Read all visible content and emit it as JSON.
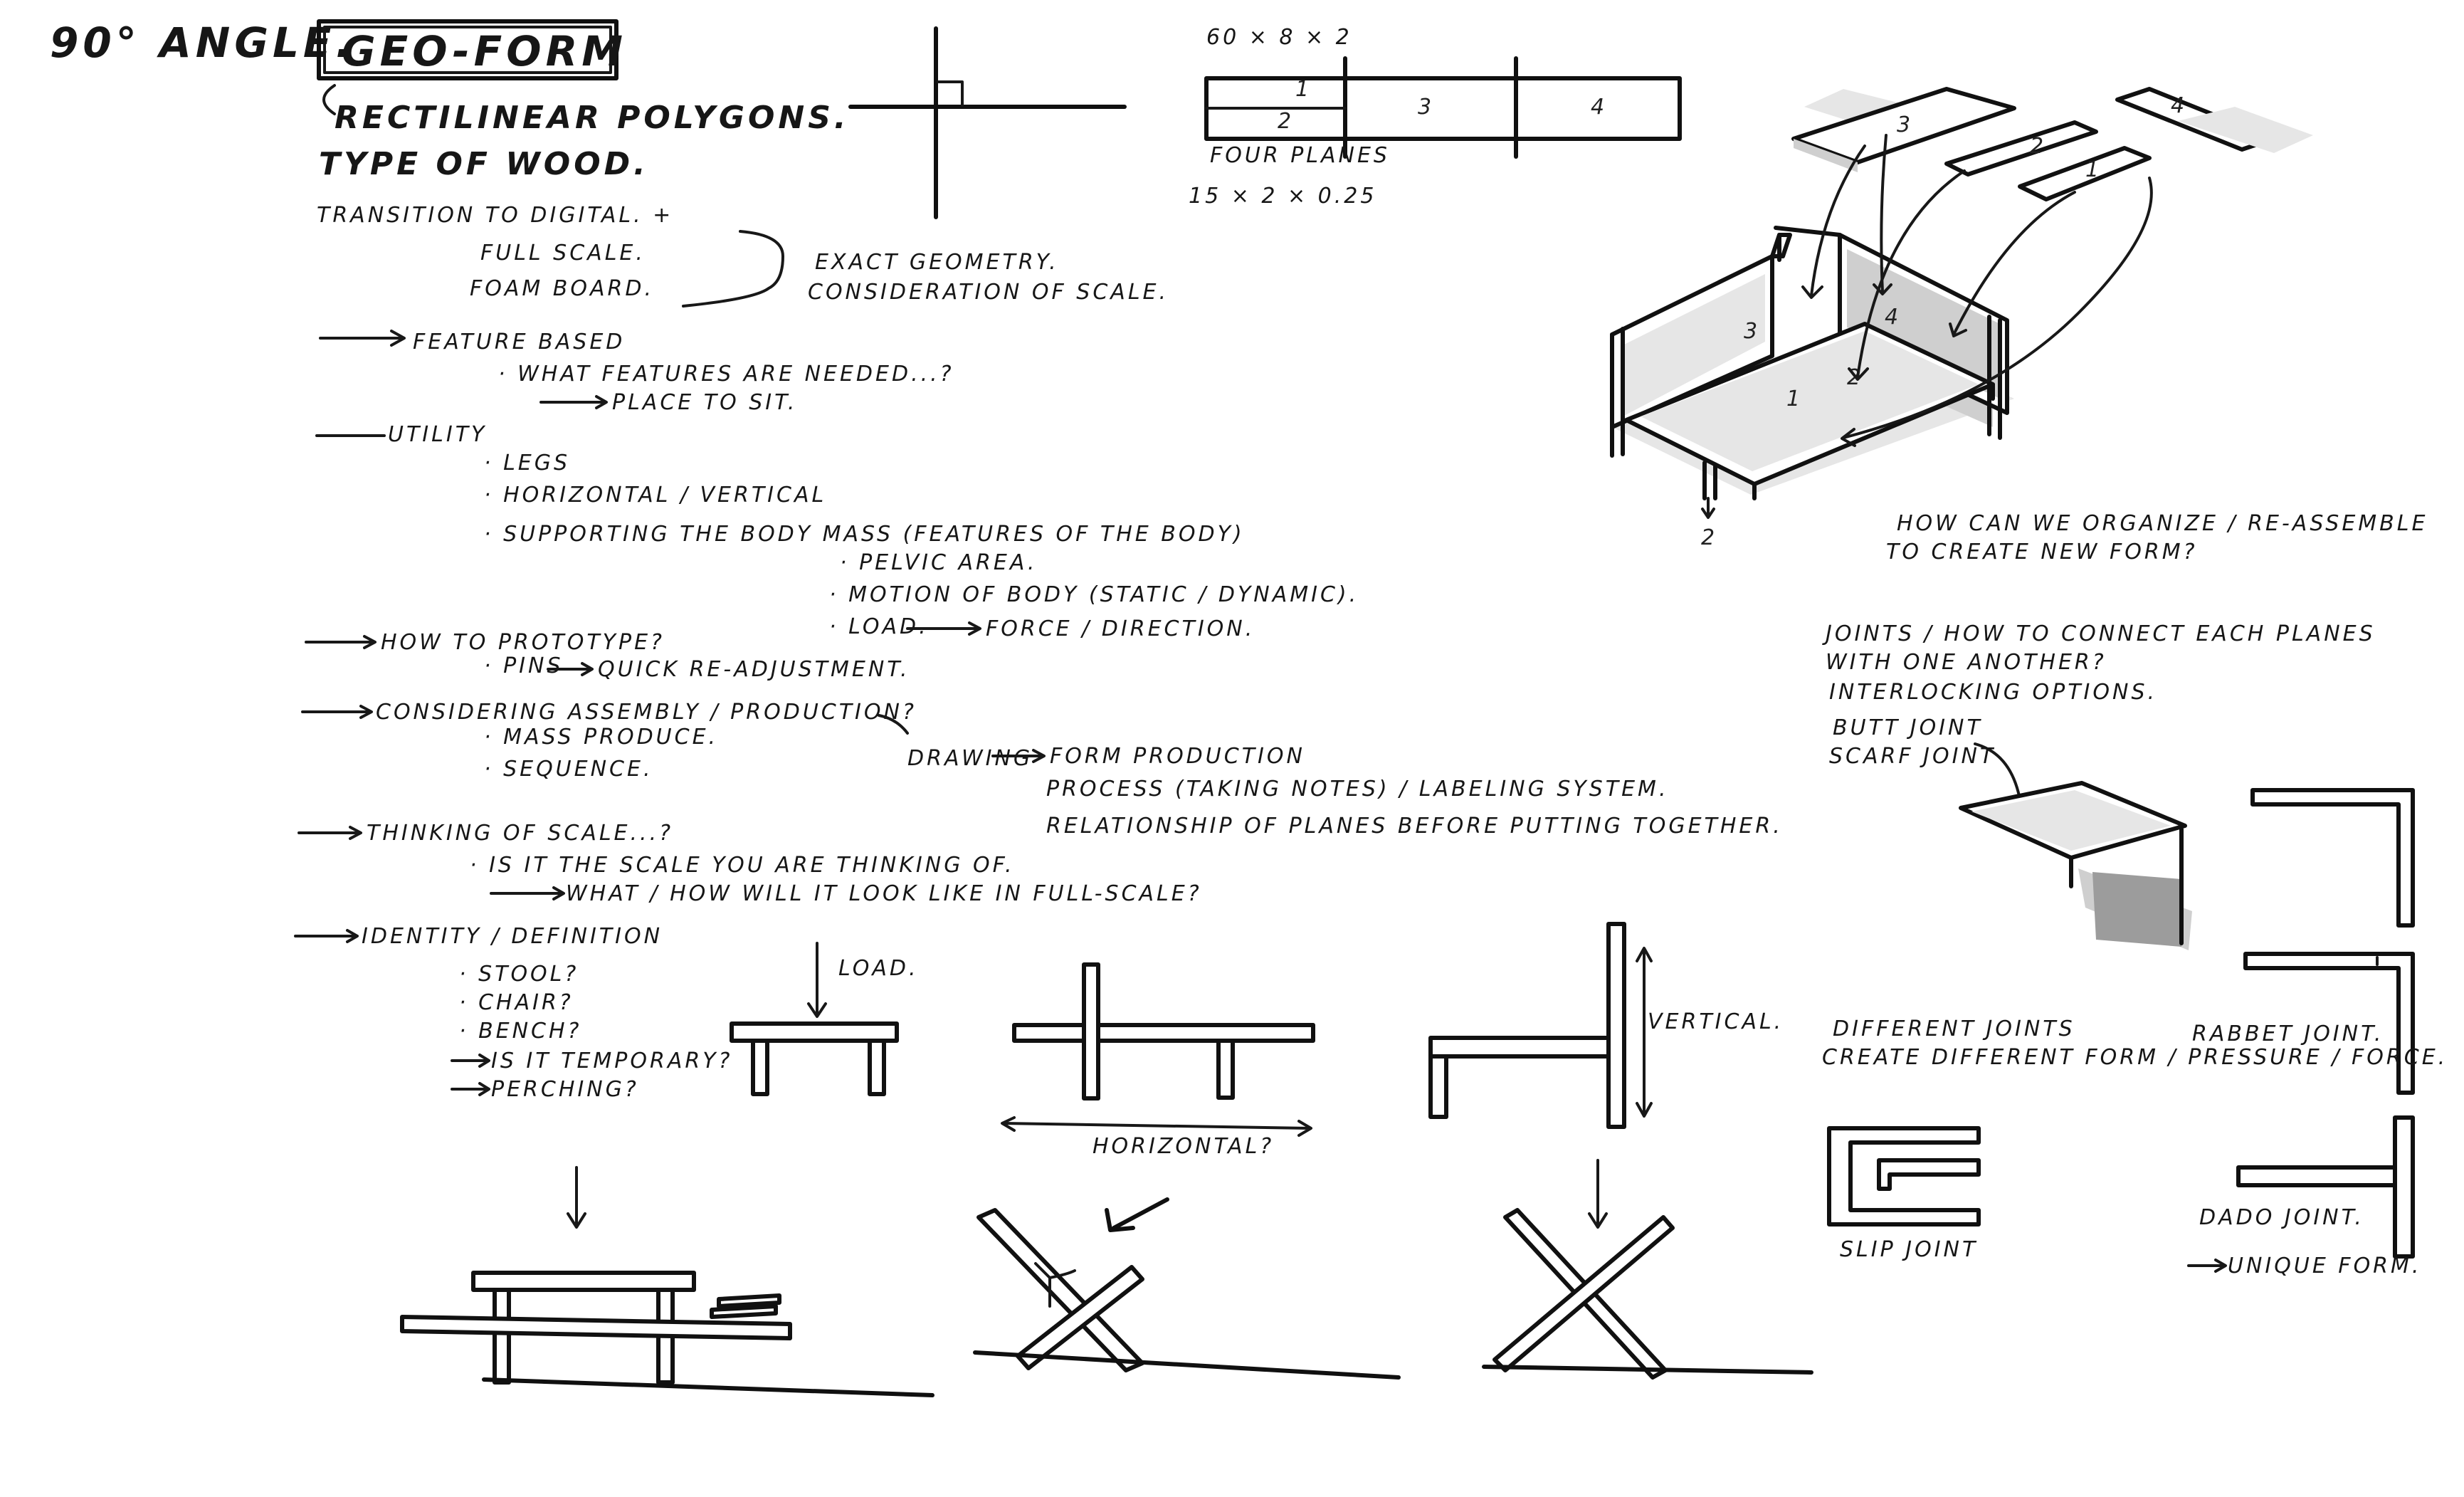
{
  "sheet": {
    "header": {
      "angle": "90° ANGLE.",
      "title": "GEO-FORM",
      "subtitle": "RECTILINEAR POLYGONS.",
      "wood": "TYPE OF WOOD."
    },
    "notes": {
      "transition": "TRANSITION TO DIGITAL. +",
      "full_scale": "FULL SCALE.",
      "foam_board": "FOAM BOARD.",
      "exact_geometry": "EXACT GEOMETRY.",
      "consideration": "CONSIDERATION OF SCALE.",
      "feature_based": "FEATURE BASED",
      "what_features": "· WHAT FEATURES ARE NEEDED...?",
      "place_to_sit": "PLACE TO SIT.",
      "utility": "UTILITY",
      "legs": "· LEGS",
      "horiz_vert": "· HORIZONTAL / VERTICAL",
      "supporting": "· SUPPORTING THE BODY MASS (FEATURES OF THE BODY)",
      "pelvic": "· PELVIC AREA.",
      "motion": "· MOTION OF BODY (STATIC / DYNAMIC).",
      "load": "· LOAD.",
      "force": "FORCE / DIRECTION.",
      "how_prototype": "HOW TO PROTOTYPE?",
      "pins": "· PINS",
      "quick_adjust": "QUICK RE-ADJUSTMENT.",
      "considering_assembly": "CONSIDERING ASSEMBLY / PRODUCTION?",
      "mass_produce": "· MASS PRODUCE.",
      "sequence": "· SEQUENCE.",
      "drawing": "DRAWING",
      "form_production": "FORM PRODUCTION",
      "process": "PROCESS (TAKING NOTES) / LABELING SYSTEM.",
      "relationship": "RELATIONSHIP OF PLANES BEFORE PUTTING TOGETHER.",
      "thinking_scale": "THINKING OF SCALE...?",
      "is_it_scale": "· IS IT THE SCALE YOU ARE THINKING OF.",
      "what_how": "WHAT / HOW WILL IT LOOK LIKE IN FULL-SCALE?",
      "identity": "IDENTITY / DEFINITION",
      "stool": "· STOOL?",
      "chair": "· CHAIR?",
      "bench": "· BENCH?",
      "temporary": "IS IT TEMPORARY?",
      "perching": "PERCHING?"
    },
    "planks": {
      "dims_top": "60 × 8 × 2",
      "labels": [
        "1",
        "2",
        "3",
        "4"
      ],
      "four_planes": "FOUR PLANES",
      "dims_bottom": "15 × 2 × 0.25"
    },
    "iso": {
      "labels": [
        "3",
        "2",
        "1",
        "4"
      ],
      "assembled_labels": [
        "3",
        "4",
        "1",
        "2"
      ],
      "leg_label": "2",
      "question_line1": "HOW CAN WE ORGANIZE / RE-ASSEMBLE",
      "question_line2": "TO CREATE NEW FORM?"
    },
    "joints": {
      "line1": "JOINTS / HOW TO CONNECT EACH PLANES",
      "line2": "WITH ONE ANOTHER?",
      "interlocking": "INTERLOCKING OPTIONS.",
      "butt": "BUTT JOINT",
      "scarf": "SCARF JOINT",
      "different1": "DIFFERENT JOINTS",
      "different2": "CREATE DIFFERENT FORM / PRESSURE / FORCE.",
      "rabbet": "RABBET JOINT.",
      "slip": "SLIP JOINT",
      "dado": "DADO JOINT.",
      "unique": "UNIQUE FORM."
    },
    "elevations": {
      "load": "LOAD.",
      "horizontal": "HORIZONTAL?",
      "vertical": "VERTICAL."
    }
  }
}
